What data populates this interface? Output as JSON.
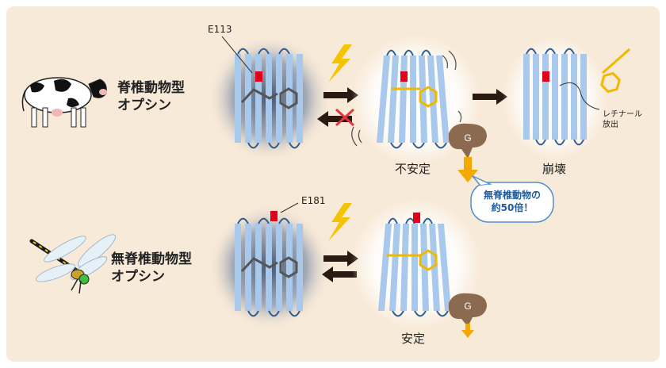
{
  "vertebrate": {
    "title_line1": "脊椎動物型",
    "title_line2": "オプシン",
    "residue": "E113",
    "unstable_label": "不安定",
    "collapse_label": "崩壊",
    "release_line1": "レチナール",
    "release_line2": "放出",
    "callout_line1": "無脊椎動物の",
    "callout_line2": "約50倍！",
    "gprotein": "G"
  },
  "invertebrate": {
    "title_line1": "無脊椎動物型",
    "title_line2": "オプシン",
    "residue": "E181",
    "stable_label": "安定",
    "gprotein": "G"
  },
  "colors": {
    "background": "#f8ead8",
    "helix": "#a9c9ec",
    "helix_loop": "#2e5f93",
    "residue": "#e0001b",
    "retinal_dark": "#555555",
    "retinal_light": "#f1b800",
    "arrow": "#2b1a12",
    "cross": "#e5343b",
    "gprotein": "#8b6a4f",
    "signal_arrow": "#f5a800",
    "callout_border": "#4f8fd0"
  },
  "icons": [
    "cow-icon",
    "dragonfly-icon",
    "lightning-icon",
    "g-protein-icon"
  ]
}
